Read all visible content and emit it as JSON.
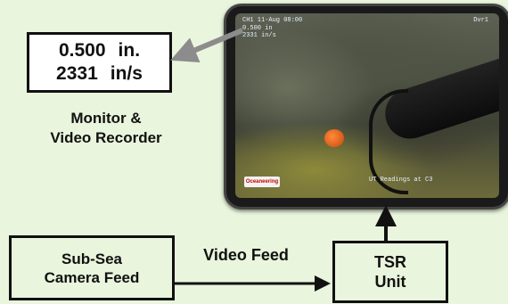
{
  "readout": {
    "thickness_value": "0.500",
    "thickness_unit": "in.",
    "velocity_value": "2331",
    "velocity_unit": "in/s"
  },
  "monitor_caption": {
    "line1": "Monitor &",
    "line2": "Video Recorder"
  },
  "camera_box": {
    "line1": "Sub-Sea",
    "line2": "Camera Feed"
  },
  "tsr_box": {
    "line1": "TSR",
    "line2": "Unit"
  },
  "feed_label": "Video Feed",
  "screen_overlay": {
    "top_left": "CH1  11-Aug 08:00",
    "top_right": "Dvr1",
    "reading_line1": "0.500  in",
    "reading_line2": "2331  in/s",
    "bottom_text": "UT Readings at C3",
    "logo_text": "Oceaneering"
  },
  "colors": {
    "background": "#e9f5dc",
    "arrow_black": "#111111",
    "arrow_gray": "#8c8c8c"
  }
}
